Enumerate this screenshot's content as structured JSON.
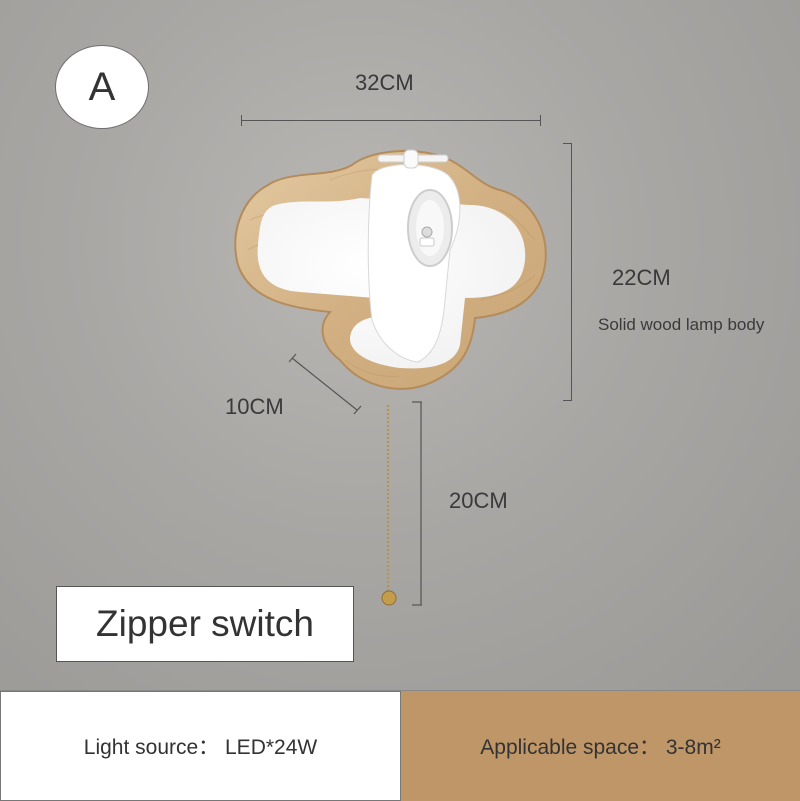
{
  "badge": {
    "label": "A"
  },
  "dimensions": {
    "width": "32CM",
    "height": "22CM",
    "depth": "10CM",
    "chain_length": "20CM"
  },
  "annotations": {
    "material": "Solid wood lamp body"
  },
  "switch_label": "Zipper switch",
  "specs": {
    "light_source": "Light source： LED*24W",
    "applicable_space": "Applicable space： 3-8m²"
  },
  "colors": {
    "wood": "#d7b98e",
    "footer_right": "#bf9668",
    "lamp_white": "#ffffff"
  },
  "icons": [
    "airplane-lamp-icon",
    "pull-chain-icon"
  ]
}
